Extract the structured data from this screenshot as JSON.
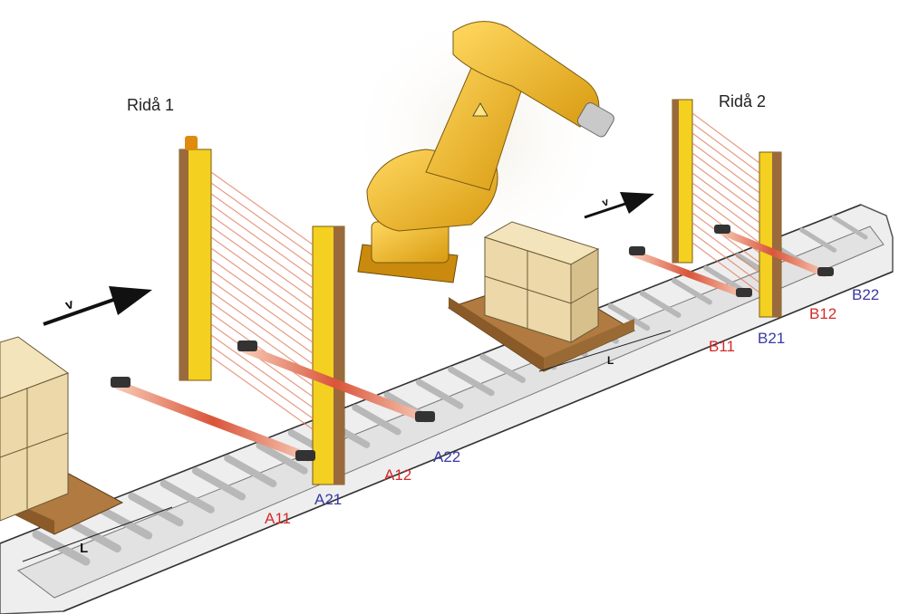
{
  "curtains": [
    {
      "title": "Ridå 1"
    },
    {
      "title": "Ridå 2"
    }
  ],
  "direction_labels": [
    "v",
    "v"
  ],
  "length_labels": [
    "L",
    "L"
  ],
  "sensors": [
    {
      "label": "A11",
      "group": "red"
    },
    {
      "label": "A21",
      "group": "blue"
    },
    {
      "label": "A12",
      "group": "red"
    },
    {
      "label": "A22",
      "group": "blue"
    },
    {
      "label": "B11",
      "group": "red"
    },
    {
      "label": "B21",
      "group": "blue"
    },
    {
      "label": "B12",
      "group": "red"
    },
    {
      "label": "B22",
      "group": "blue"
    }
  ],
  "colors": {
    "red_label": "#d62a2a",
    "blue_label": "#3a3aa6",
    "robot": "#f0b428",
    "curtain_yellow": "#f4d020",
    "curtain_brown": "#9a6a3c",
    "beam": "#e07a5a",
    "box": "#ecd8a8",
    "pallet": "#b07a40",
    "conveyor": "#eeeeee"
  },
  "icons": [
    "robot-arm-icon",
    "light-curtain-icon",
    "direction-arrow-icon",
    "box-stack-icon",
    "photo-sensor-icon"
  ]
}
